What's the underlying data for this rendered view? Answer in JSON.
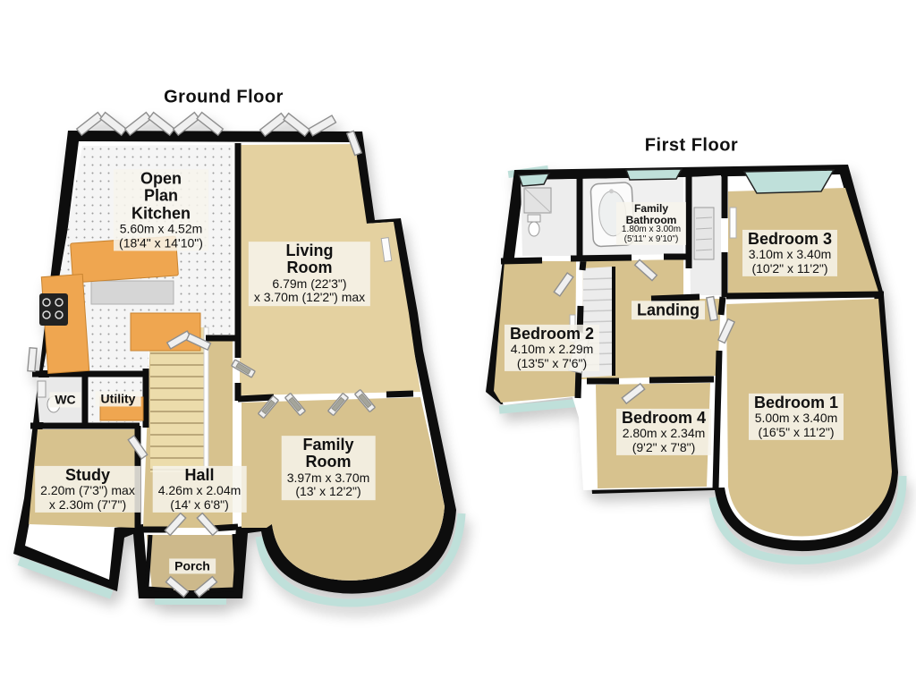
{
  "colors": {
    "wall": "#0d0d0d",
    "carpet": "#d7c28e",
    "carpet_light": "#e4d1a0",
    "carpet_dark": "#cdb98b",
    "stairs": "#ecdcab",
    "kitchen_floor": "#f5f5f5",
    "counter": "#efa650",
    "glass": "#bfe0da",
    "door_fill": "#f0f0f0",
    "door_edge": "#8f8f8f",
    "label_bg": "rgba(247,244,236,0.85)"
  },
  "ground_floor": {
    "title": "Ground Floor",
    "rooms": {
      "kitchen": {
        "name_lines": [
          "Open",
          "Plan",
          "Kitchen"
        ],
        "dim_lines": [
          "5.60m x 4.52m",
          "(18'4\" x 14'10\")"
        ]
      },
      "living": {
        "name_lines": [
          "Living",
          "Room"
        ],
        "dim_lines": [
          "6.79m (22'3\")",
          "x 3.70m (12'2\") max"
        ]
      },
      "wc": {
        "name": "WC"
      },
      "utility": {
        "name": "Utility"
      },
      "study": {
        "name_lines": [
          "Study"
        ],
        "dim_lines": [
          "2.20m (7'3\") max",
          "x 2.30m (7'7\")"
        ]
      },
      "hall": {
        "name_lines": [
          "Hall"
        ],
        "dim_lines": [
          "4.26m x 2.04m",
          "(14' x 6'8\")"
        ]
      },
      "family": {
        "name_lines": [
          "Family",
          "Room"
        ],
        "dim_lines": [
          "3.97m x 3.70m",
          "(13' x 12'2\")"
        ]
      },
      "porch": {
        "name": "Porch"
      }
    }
  },
  "first_floor": {
    "title": "First Floor",
    "rooms": {
      "bathroom": {
        "name_lines": [
          "Family",
          "Bathroom"
        ],
        "dim_lines": [
          "1.80m x 3.00m",
          "(5'11\" x 9'10\")"
        ]
      },
      "bedroom3": {
        "name_lines": [
          "Bedroom 3"
        ],
        "dim_lines": [
          "3.10m x 3.40m",
          "(10'2\" x 11'2\")"
        ]
      },
      "landing": {
        "name": "Landing"
      },
      "bedroom2": {
        "name_lines": [
          "Bedroom 2"
        ],
        "dim_lines": [
          "4.10m x 2.29m",
          "(13'5\" x 7'6\")"
        ]
      },
      "bedroom4": {
        "name_lines": [
          "Bedroom 4"
        ],
        "dim_lines": [
          "2.80m x 2.34m",
          "(9'2\" x 7'8\")"
        ]
      },
      "bedroom1": {
        "name_lines": [
          "Bedroom 1"
        ],
        "dim_lines": [
          "5.00m x 3.40m",
          "(16'5\" x 11'2\")"
        ]
      }
    }
  }
}
